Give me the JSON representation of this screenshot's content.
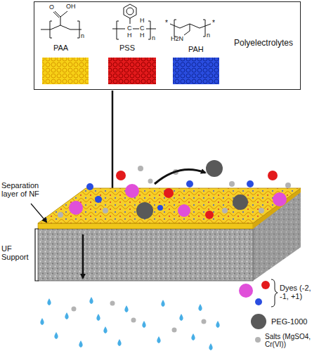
{
  "diagram": {
    "nodes": [
      {
        "text": [
          "Polyelectrolytes"
        ]
      }
    ],
    "labels": [
      "O",
      "OH",
      "n",
      "PAA",
      "C",
      "H",
      "C",
      "H",
      "H",
      "n",
      "PSS",
      "*",
      "*",
      "n",
      "H2N",
      "PAH",
      "Separation layer of NF",
      "UF Support"
    ],
    "legend": [
      {
        "text": "Dyes (-2, -1, +1)"
      },
      {
        "text": "PEG-1000",
        "color": "#595959"
      },
      {
        "text": "Salts (MgSO4, Cr(VI))",
        "color": "#b3b3b3"
      }
    ]
  }
}
